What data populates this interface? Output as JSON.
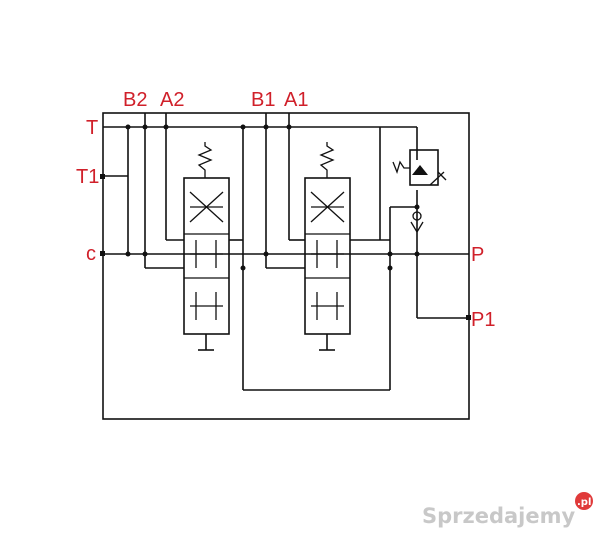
{
  "ports": {
    "T": "T",
    "T1": "T1",
    "c": "c",
    "B2": "B2",
    "A2": "A2",
    "B1": "B1",
    "A1": "A1",
    "P": "P",
    "P1": "P1"
  },
  "colors": {
    "label": "#d0202a",
    "line": "#111111",
    "watermark": "#c8c8c8",
    "watermark_badge": "#e03a3a"
  },
  "watermark": {
    "text": "Sprzedajemy",
    "badge": ".pl"
  }
}
